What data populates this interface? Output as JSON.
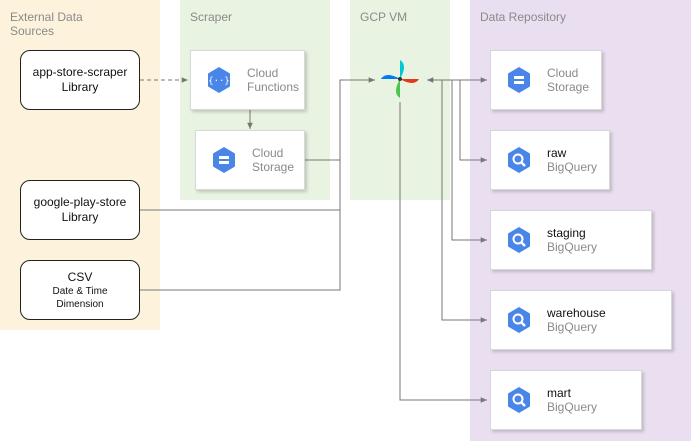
{
  "lanes": {
    "external": "External Data\nSources",
    "scraper": "Scraper",
    "gcp_vm": "GCP VM",
    "repository": "Data Repository"
  },
  "sources": {
    "app_store": {
      "line1": "app-store-scraper",
      "line2": "Library"
    },
    "google_play": {
      "line1": "google-play-store",
      "line2": "Library"
    },
    "csv": {
      "line1": "CSV",
      "line2": "Date & Time\nDimension"
    }
  },
  "scraper": {
    "functions": {
      "line1": "Cloud",
      "line2": "Functions",
      "icon": "cloud-functions-icon"
    },
    "storage": {
      "line1": "Cloud",
      "line2": "Storage",
      "icon": "cloud-storage-icon"
    }
  },
  "gcp_vm": {
    "icon": "airflow-pinwheel-icon"
  },
  "repository": {
    "storage": {
      "line1": "Cloud",
      "line2": "Storage",
      "icon": "cloud-storage-icon"
    },
    "raw": {
      "line1": "raw",
      "line2": "BigQuery",
      "icon": "bigquery-icon"
    },
    "staging": {
      "line1": "staging",
      "line2": "BigQuery",
      "icon": "bigquery-icon"
    },
    "warehouse": {
      "line1": "warehouse",
      "line2": "BigQuery",
      "icon": "bigquery-icon"
    },
    "mart": {
      "line1": "mart",
      "line2": "BigQuery",
      "icon": "bigquery-icon"
    }
  },
  "colors": {
    "external_lane": "#fdf3dc",
    "scraper_lane": "#e9f3e2",
    "repository_lane": "#eadff0",
    "gcp_blue": "#4a86e8",
    "connector": "#777777"
  }
}
